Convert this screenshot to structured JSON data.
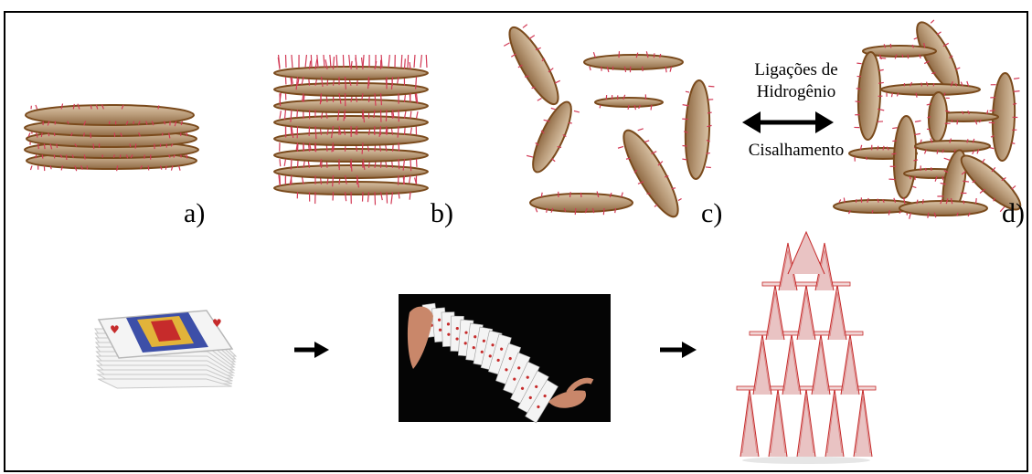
{
  "panel_labels": {
    "a": "a)",
    "b": "b)",
    "c": "c)",
    "d": "d)"
  },
  "arrow_labels": {
    "top": "Ligações de Hidrogênio",
    "bottom": "Cisalhamento"
  },
  "colors": {
    "platelet_fill": "#b89a78",
    "platelet_edge": "#7a4a1c",
    "bristle": "#d23a56",
    "border": "#000000",
    "photo_bg": "#050505",
    "card_face": "#f4f4f4",
    "card_red": "#c62b2b"
  }
}
